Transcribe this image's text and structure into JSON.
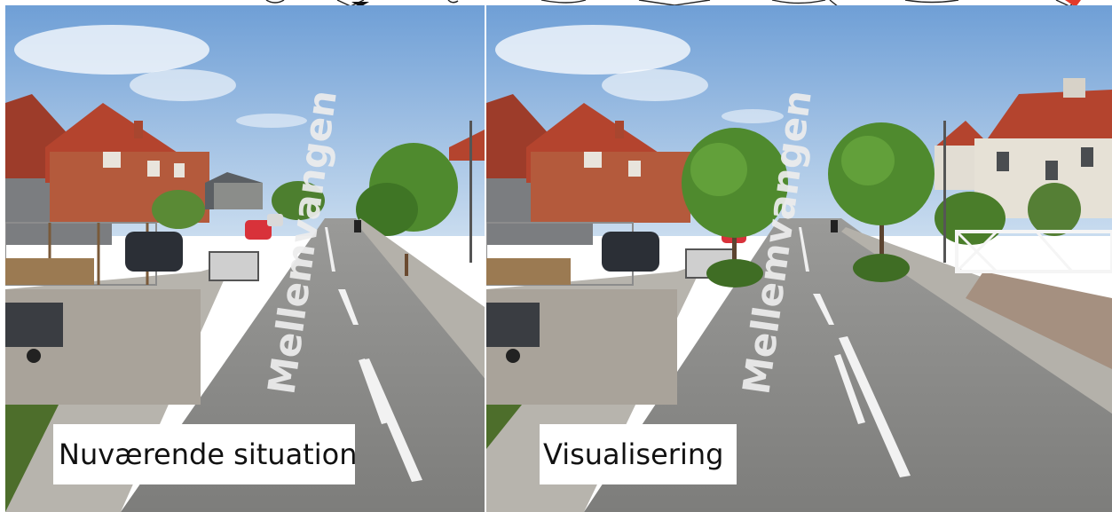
{
  "panels": {
    "current": {
      "caption": "Nuværende situation",
      "road_marking": "Mellemvangen"
    },
    "visualization": {
      "caption": "Visualisering",
      "road_marking": "Mellemvangen"
    }
  },
  "colors": {
    "sky_top": "#6f9fd6",
    "sky_bottom": "#c7dbf0",
    "asphalt": "#8a8a88",
    "roof": "#b4442e",
    "brick": "#b45a3c",
    "tree": "#4f8a2e",
    "caption_bg": "#ffffff",
    "caption_text": "#111111"
  }
}
